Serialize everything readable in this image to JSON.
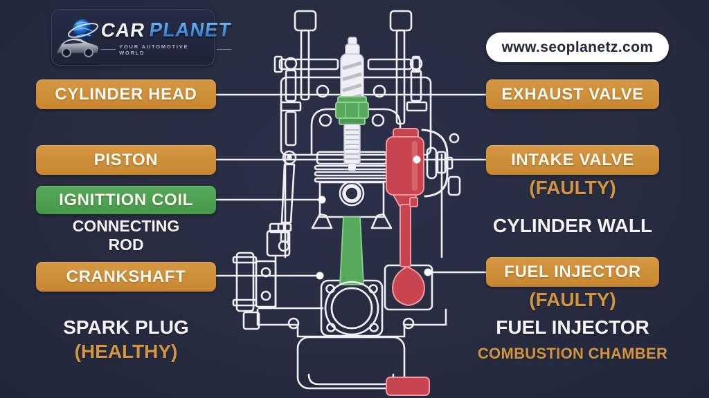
{
  "logo": {
    "title_a": "CAR",
    "title_b": "PLANET",
    "tagline": "YOUR AUTOMOTIVE WORLD"
  },
  "website": {
    "url": "www.seoplanetz.com"
  },
  "labels": {
    "cylinder_head": "CYLINDER HEAD",
    "piston": "PISTON",
    "ignition_coil": "IGNITTION COIL",
    "connecting_rod_1": "CONNECTING",
    "connecting_rod_2": "ROD",
    "crankshaft": "CRANKSHAFT",
    "spark_plug": "SPARK PLUG",
    "spark_plug_status": "(HEALTHY)",
    "exhaust_valve": "EXHAUST VALVE",
    "intake_valve": "INTAKE VALVE",
    "intake_valve_status": "(FAULTY)",
    "cylinder_wall": "CYLINDER WALL",
    "fuel_injector_badge": "FUEL INJECTOR",
    "fuel_injector_status": "(FAULTY)",
    "fuel_injector": "FUEL INJECTOR",
    "combustion_chamber": "COMBUSTION CHAMBER"
  },
  "colors": {
    "background": "#272c40",
    "badge_orange": "#cf8e3b",
    "badge_green": "#4da352",
    "status_text_orange": "#d3953f",
    "healthy_part_green": "#57aa5b",
    "faulty_part_red": "#c8454f",
    "blueprint_line": "#eef0f6",
    "logo_blue": "#2f9bff"
  }
}
